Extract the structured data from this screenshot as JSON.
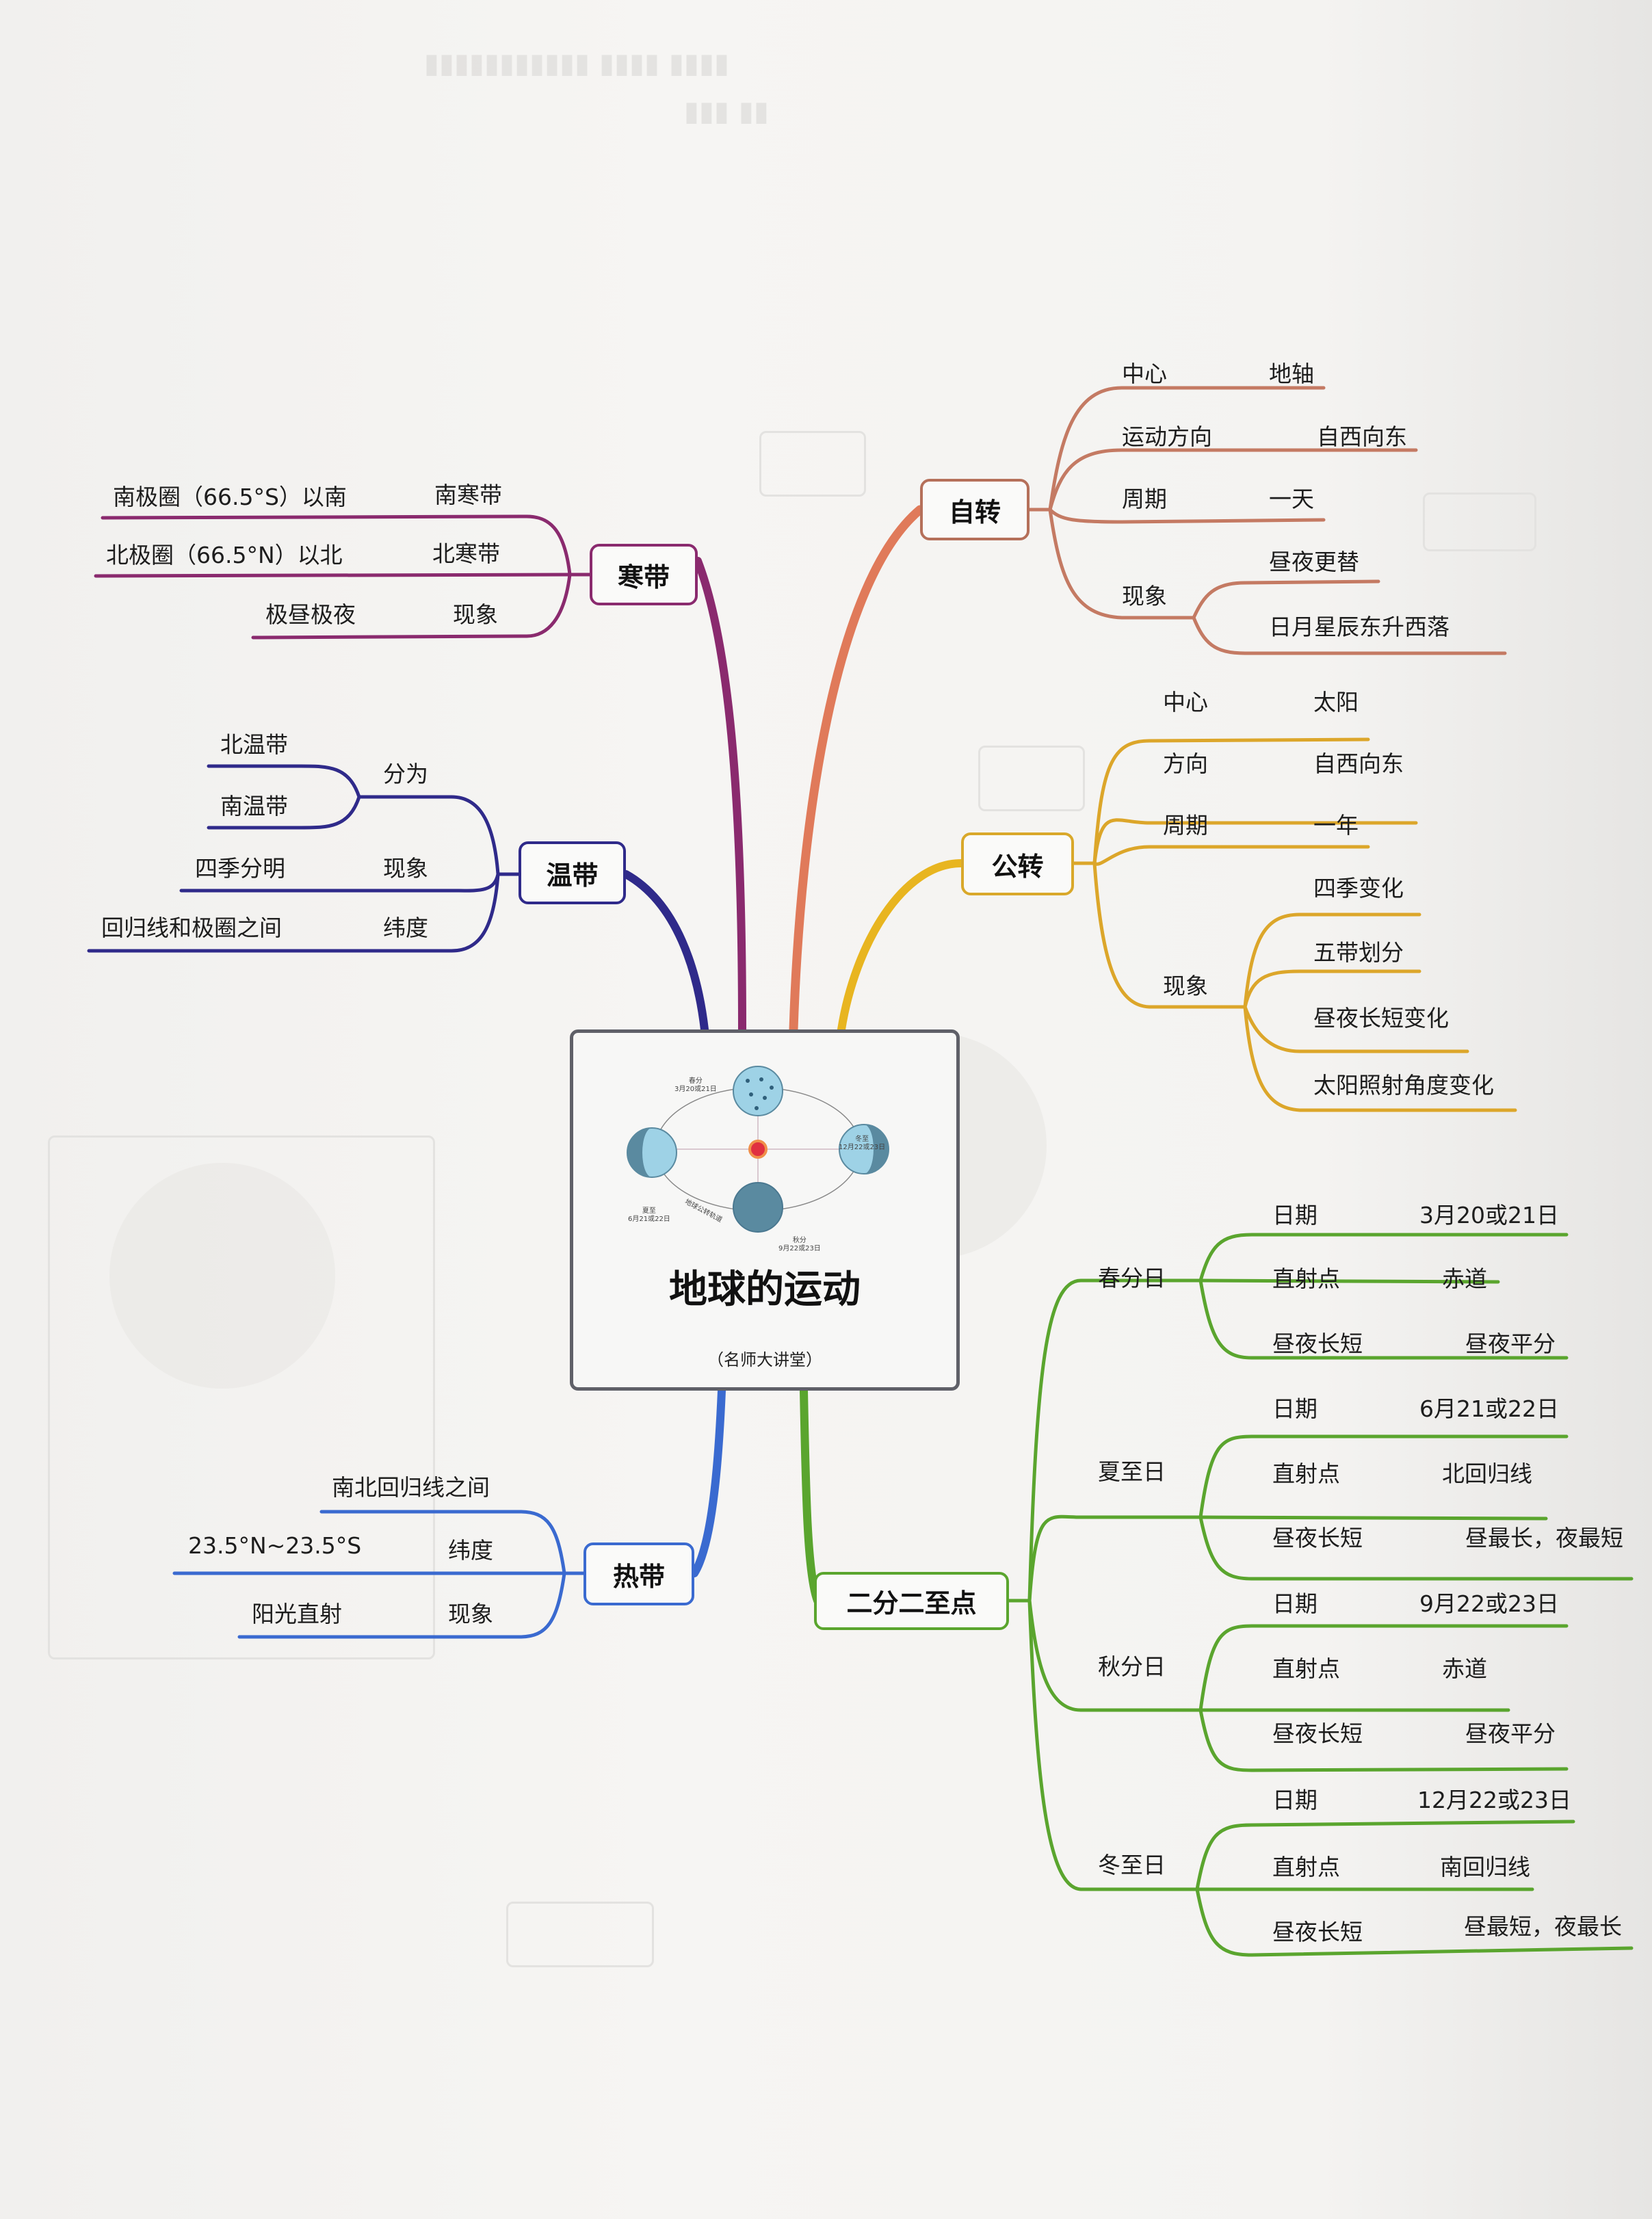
{
  "center": {
    "title": "地球的运动",
    "subtitle": "（名师大讲堂）",
    "diagram": {
      "spring": {
        "name": "春分",
        "date": "3月20或21日"
      },
      "summer": {
        "name": "夏至",
        "date": "6月21或22日"
      },
      "autumn": {
        "name": "秋分",
        "date": "9月22或23日"
      },
      "winter": {
        "name": "冬至",
        "date": "12月22或23日"
      },
      "orbit_label": "地球公转轨道"
    }
  },
  "colors": {
    "rotation": "#e07a5a",
    "revolution": "#e8b520",
    "solstice": "#5aa52e",
    "frigid": "#8a2a6e",
    "temperate": "#2f2a8a",
    "tropical": "#3a6ad0",
    "center_border": "#5f6068"
  },
  "branches": {
    "rotation": {
      "label": "自转",
      "items": [
        {
          "key": "中心",
          "value": "地轴"
        },
        {
          "key": "运动方向",
          "value": "自西向东"
        },
        {
          "key": "周期",
          "value": "一天"
        },
        {
          "key": "现象",
          "values": [
            "昼夜更替",
            "日月星辰东升西落"
          ]
        }
      ]
    },
    "revolution": {
      "label": "公转",
      "items": [
        {
          "key": "中心",
          "value": "太阳"
        },
        {
          "key": "方向",
          "value": "自西向东"
        },
        {
          "key": "周期",
          "value": "一年"
        },
        {
          "key": "现象",
          "values": [
            "四季变化",
            "五带划分",
            "昼夜长短变化",
            "太阳照射角度变化"
          ]
        }
      ]
    },
    "solstice": {
      "label": "二分二至点",
      "days": [
        {
          "name": "春分日",
          "rows": [
            {
              "key": "日期",
              "value": "3月20或21日"
            },
            {
              "key": "直射点",
              "value": "赤道"
            },
            {
              "key": "昼夜长短",
              "value": "昼夜平分"
            }
          ]
        },
        {
          "name": "夏至日",
          "rows": [
            {
              "key": "日期",
              "value": "6月21或22日"
            },
            {
              "key": "直射点",
              "value": "北回归线"
            },
            {
              "key": "昼夜长短",
              "value": "昼最长，夜最短"
            }
          ]
        },
        {
          "name": "秋分日",
          "rows": [
            {
              "key": "日期",
              "value": "9月22或23日"
            },
            {
              "key": "直射点",
              "value": "赤道"
            },
            {
              "key": "昼夜长短",
              "value": "昼夜平分"
            }
          ]
        },
        {
          "name": "冬至日",
          "rows": [
            {
              "key": "日期",
              "value": "12月22或23日"
            },
            {
              "key": "直射点",
              "value": "南回归线"
            },
            {
              "key": "昼夜长短",
              "value": "昼最短，夜最长"
            }
          ]
        }
      ]
    },
    "frigid": {
      "label": "寒带",
      "items": [
        {
          "key": "南寒带",
          "value": "南极圈（66.5°S）以南"
        },
        {
          "key": "北寒带",
          "value": "北极圈（66.5°N）以北"
        },
        {
          "key": "现象",
          "value": "极昼极夜"
        }
      ]
    },
    "temperate": {
      "label": "温带",
      "items": [
        {
          "key": "分为",
          "values": [
            "北温带",
            "南温带"
          ]
        },
        {
          "key": "现象",
          "value": "四季分明"
        },
        {
          "key": "纬度",
          "value": "回归线和极圈之间"
        }
      ]
    },
    "tropical": {
      "label": "热带",
      "items": [
        {
          "key": "",
          "value": "南北回归线之间"
        },
        {
          "key": "纬度",
          "value": "23.5°N~23.5°S"
        },
        {
          "key": "现象",
          "value": "阳光直射"
        }
      ]
    }
  }
}
